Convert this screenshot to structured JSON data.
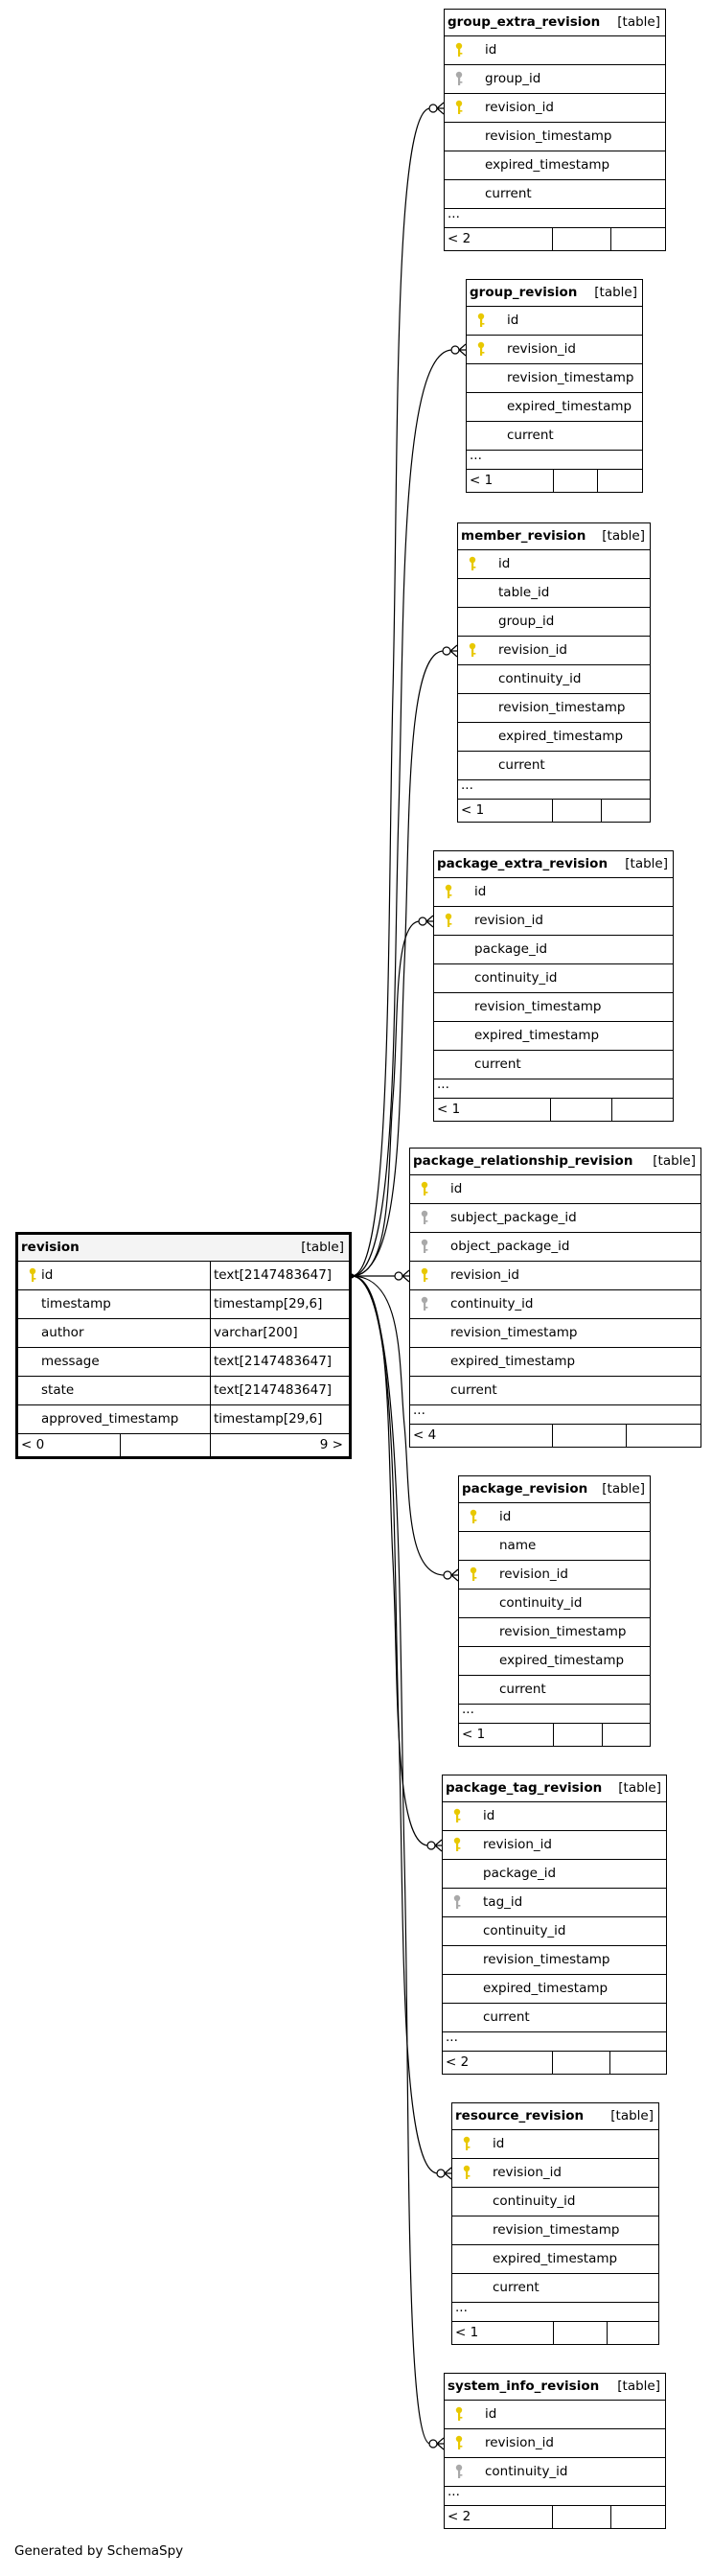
{
  "main_table": {
    "name": "revision",
    "type": "[table]",
    "columns": [
      {
        "name": "id",
        "key": "primary",
        "type": "text[2147483647]"
      },
      {
        "name": "timestamp",
        "key": "none",
        "type": "timestamp[29,6]"
      },
      {
        "name": "author",
        "key": "none",
        "type": "varchar[200]"
      },
      {
        "name": "message",
        "key": "none",
        "type": "text[2147483647]"
      },
      {
        "name": "state",
        "key": "none",
        "type": "text[2147483647]"
      },
      {
        "name": "approved_timestamp",
        "key": "none",
        "type": "timestamp[29,6]"
      }
    ],
    "parents": "< 0",
    "children": "9 >"
  },
  "tables": [
    {
      "name": "group_extra_revision",
      "type": "[table]",
      "columns": [
        {
          "name": "id",
          "key": "primary"
        },
        {
          "name": "group_id",
          "key": "foreign"
        },
        {
          "name": "revision_id",
          "key": "primary"
        },
        {
          "name": "revision_timestamp",
          "key": "none"
        },
        {
          "name": "expired_timestamp",
          "key": "none"
        },
        {
          "name": "current",
          "key": "none"
        }
      ],
      "more": "...",
      "parents": "< 2"
    },
    {
      "name": "group_revision",
      "type": "[table]",
      "columns": [
        {
          "name": "id",
          "key": "primary"
        },
        {
          "name": "revision_id",
          "key": "primary"
        },
        {
          "name": "revision_timestamp",
          "key": "none"
        },
        {
          "name": "expired_timestamp",
          "key": "none"
        },
        {
          "name": "current",
          "key": "none"
        }
      ],
      "more": "...",
      "parents": "< 1"
    },
    {
      "name": "member_revision",
      "type": "[table]",
      "columns": [
        {
          "name": "id",
          "key": "primary"
        },
        {
          "name": "table_id",
          "key": "none"
        },
        {
          "name": "group_id",
          "key": "none"
        },
        {
          "name": "revision_id",
          "key": "primary"
        },
        {
          "name": "continuity_id",
          "key": "none"
        },
        {
          "name": "revision_timestamp",
          "key": "none"
        },
        {
          "name": "expired_timestamp",
          "key": "none"
        },
        {
          "name": "current",
          "key": "none"
        }
      ],
      "more": "...",
      "parents": "< 1"
    },
    {
      "name": "package_extra_revision",
      "type": "[table]",
      "columns": [
        {
          "name": "id",
          "key": "primary"
        },
        {
          "name": "revision_id",
          "key": "primary"
        },
        {
          "name": "package_id",
          "key": "none"
        },
        {
          "name": "continuity_id",
          "key": "none"
        },
        {
          "name": "revision_timestamp",
          "key": "none"
        },
        {
          "name": "expired_timestamp",
          "key": "none"
        },
        {
          "name": "current",
          "key": "none"
        }
      ],
      "more": "...",
      "parents": "< 1"
    },
    {
      "name": "package_relationship_revision",
      "type": "[table]",
      "columns": [
        {
          "name": "id",
          "key": "primary"
        },
        {
          "name": "subject_package_id",
          "key": "foreign"
        },
        {
          "name": "object_package_id",
          "key": "foreign"
        },
        {
          "name": "revision_id",
          "key": "primary"
        },
        {
          "name": "continuity_id",
          "key": "foreign"
        },
        {
          "name": "revision_timestamp",
          "key": "none"
        },
        {
          "name": "expired_timestamp",
          "key": "none"
        },
        {
          "name": "current",
          "key": "none"
        }
      ],
      "more": "...",
      "parents": "< 4"
    },
    {
      "name": "package_revision",
      "type": "[table]",
      "columns": [
        {
          "name": "id",
          "key": "primary"
        },
        {
          "name": "name",
          "key": "none"
        },
        {
          "name": "revision_id",
          "key": "primary"
        },
        {
          "name": "continuity_id",
          "key": "none"
        },
        {
          "name": "revision_timestamp",
          "key": "none"
        },
        {
          "name": "expired_timestamp",
          "key": "none"
        },
        {
          "name": "current",
          "key": "none"
        }
      ],
      "more": "...",
      "parents": "< 1"
    },
    {
      "name": "package_tag_revision",
      "type": "[table]",
      "columns": [
        {
          "name": "id",
          "key": "primary"
        },
        {
          "name": "revision_id",
          "key": "primary"
        },
        {
          "name": "package_id",
          "key": "none"
        },
        {
          "name": "tag_id",
          "key": "foreign"
        },
        {
          "name": "continuity_id",
          "key": "none"
        },
        {
          "name": "revision_timestamp",
          "key": "none"
        },
        {
          "name": "expired_timestamp",
          "key": "none"
        },
        {
          "name": "current",
          "key": "none"
        }
      ],
      "more": "...",
      "parents": "< 2"
    },
    {
      "name": "resource_revision",
      "type": "[table]",
      "columns": [
        {
          "name": "id",
          "key": "primary"
        },
        {
          "name": "revision_id",
          "key": "primary"
        },
        {
          "name": "continuity_id",
          "key": "none"
        },
        {
          "name": "revision_timestamp",
          "key": "none"
        },
        {
          "name": "expired_timestamp",
          "key": "none"
        },
        {
          "name": "current",
          "key": "none"
        }
      ],
      "more": "...",
      "parents": "< 1"
    },
    {
      "name": "system_info_revision",
      "type": "[table]",
      "columns": [
        {
          "name": "id",
          "key": "primary"
        },
        {
          "name": "revision_id",
          "key": "primary"
        },
        {
          "name": "continuity_id",
          "key": "foreign"
        }
      ],
      "more": "...",
      "parents": "< 2"
    }
  ],
  "key_colors": {
    "primary": "#e8c800",
    "foreign": "#a9a9a9"
  },
  "footer": "Generated by SchemaSpy"
}
